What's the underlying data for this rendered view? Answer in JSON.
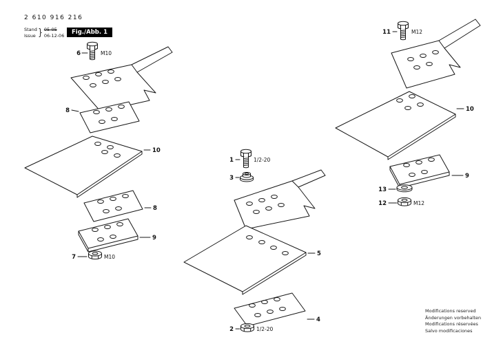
{
  "header": {
    "part_number": "2 610 916 216",
    "stand_label": "Stand",
    "stand_value": "05-05",
    "issue_label": "Issue",
    "issue_value": "06-12-06",
    "brace": "}",
    "fig_label": "Fig./Abb. 1"
  },
  "footer": {
    "line1": "Modifications reserved",
    "line2": "Änderungen vorbehalten",
    "line3": "Modifications réservées",
    "line4": "Salvo modificaciones"
  },
  "callouts": {
    "left": {
      "bolt": {
        "num": "6",
        "spec": "M10"
      },
      "plate_upper": {
        "num": "8"
      },
      "blade": {
        "num": "10"
      },
      "plate_lower": {
        "num": "8"
      },
      "backing_plate": {
        "num": "9"
      },
      "nut": {
        "num": "7",
        "spec": "M10"
      }
    },
    "middle": {
      "bolt": {
        "num": "1",
        "spec": "1/2-20"
      },
      "locknut": {
        "num": "3"
      },
      "blade": {
        "num": "5"
      },
      "plate": {
        "num": "4"
      },
      "nut": {
        "num": "2",
        "spec": "1/2-20"
      }
    },
    "right": {
      "bolt": {
        "num": "11",
        "spec": "M12"
      },
      "blade": {
        "num": "10"
      },
      "backing_plate": {
        "num": "9"
      },
      "washer": {
        "num": "13"
      },
      "nut": {
        "num": "12",
        "spec": "M12"
      }
    }
  }
}
